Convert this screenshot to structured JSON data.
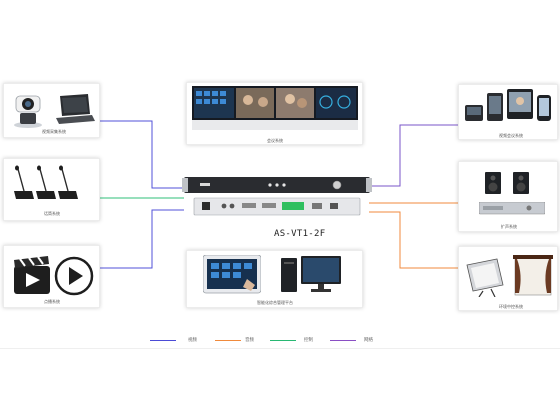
{
  "device": {
    "model": "AS-VT1-2F"
  },
  "nodes": {
    "camera_system": "视频采集系统",
    "mic_system": "话筒系统",
    "playback_system": "点播系统",
    "display_system": "会议系统",
    "videoconf_system": "视频会议系统",
    "speaker_system": "扩声系统",
    "lighting_system": "环境中控系统",
    "control_platform": "智能化综合管理平台"
  },
  "legend": [
    {
      "label": "视频",
      "color": "#4b4bd6"
    },
    {
      "label": "音频",
      "color": "#f08a3c"
    },
    {
      "label": "控制",
      "color": "#28b873"
    },
    {
      "label": "网络",
      "color": "#8a4fc4"
    }
  ],
  "colors": {
    "video": "#4b4bd6",
    "audio": "#f08a3c",
    "control": "#28b873",
    "network": "#8a4fc4"
  }
}
